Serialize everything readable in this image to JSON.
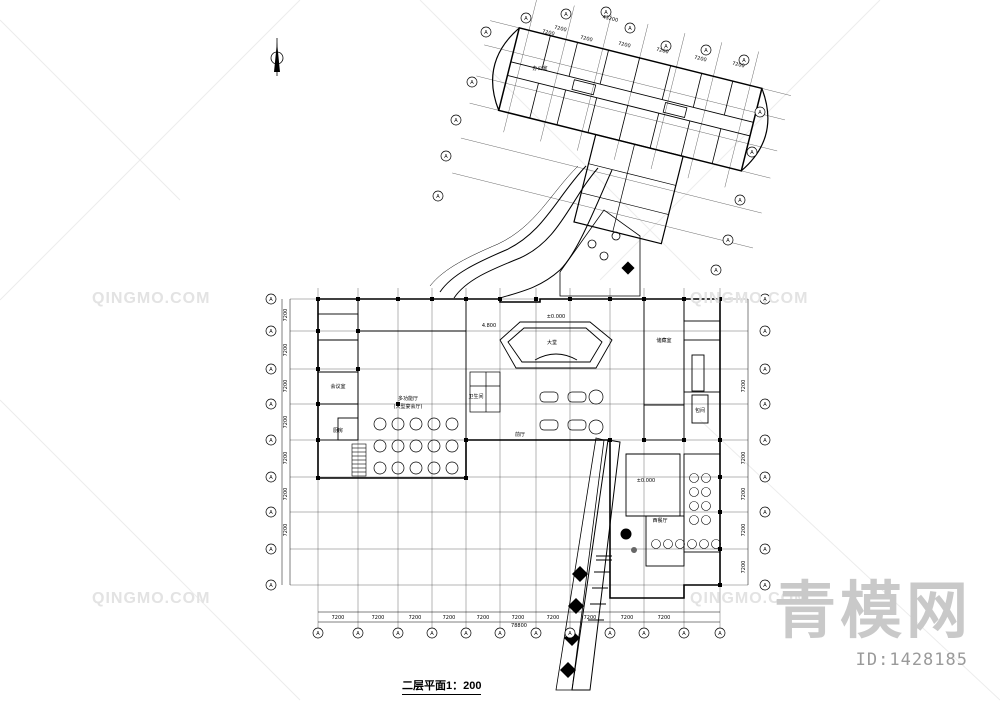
{
  "drawing": {
    "caption": "二层平面1：200",
    "overall_dimension": "78800",
    "bottom_bay_dims": [
      "7200",
      "7200",
      "7200",
      "7200",
      "7200",
      "7200",
      "7200",
      "7200",
      "7200",
      "7200"
    ],
    "left_bay_dims": [
      "7200",
      "7200",
      "7200",
      "7200",
      "7200",
      "7200",
      "7200"
    ],
    "right_bay_dims": [
      "7200",
      "7200",
      "7200",
      "7200",
      "7200"
    ],
    "north_dims": [
      "7200",
      "7200",
      "7200",
      "7200",
      "43200",
      "7200",
      "7200",
      "7200"
    ],
    "axis_label": "A",
    "level_marks": [
      "4.800",
      "±0.000",
      "±0.000"
    ],
    "room_labels": {
      "banquet": "多功能厅",
      "banquet_sub": "(大型宴会厅)",
      "hall": "大堂",
      "lobby": "前厅",
      "office": "办公室",
      "kitchen": "厨房",
      "storage": "储藏室",
      "toilet": "卫生间",
      "restaurant": "西餐厅",
      "private_room": "包间",
      "meeting": "会议室"
    }
  },
  "watermarks": {
    "brand": "青模网",
    "id": "ID:1428185",
    "small": "QINGMO.COM"
  }
}
